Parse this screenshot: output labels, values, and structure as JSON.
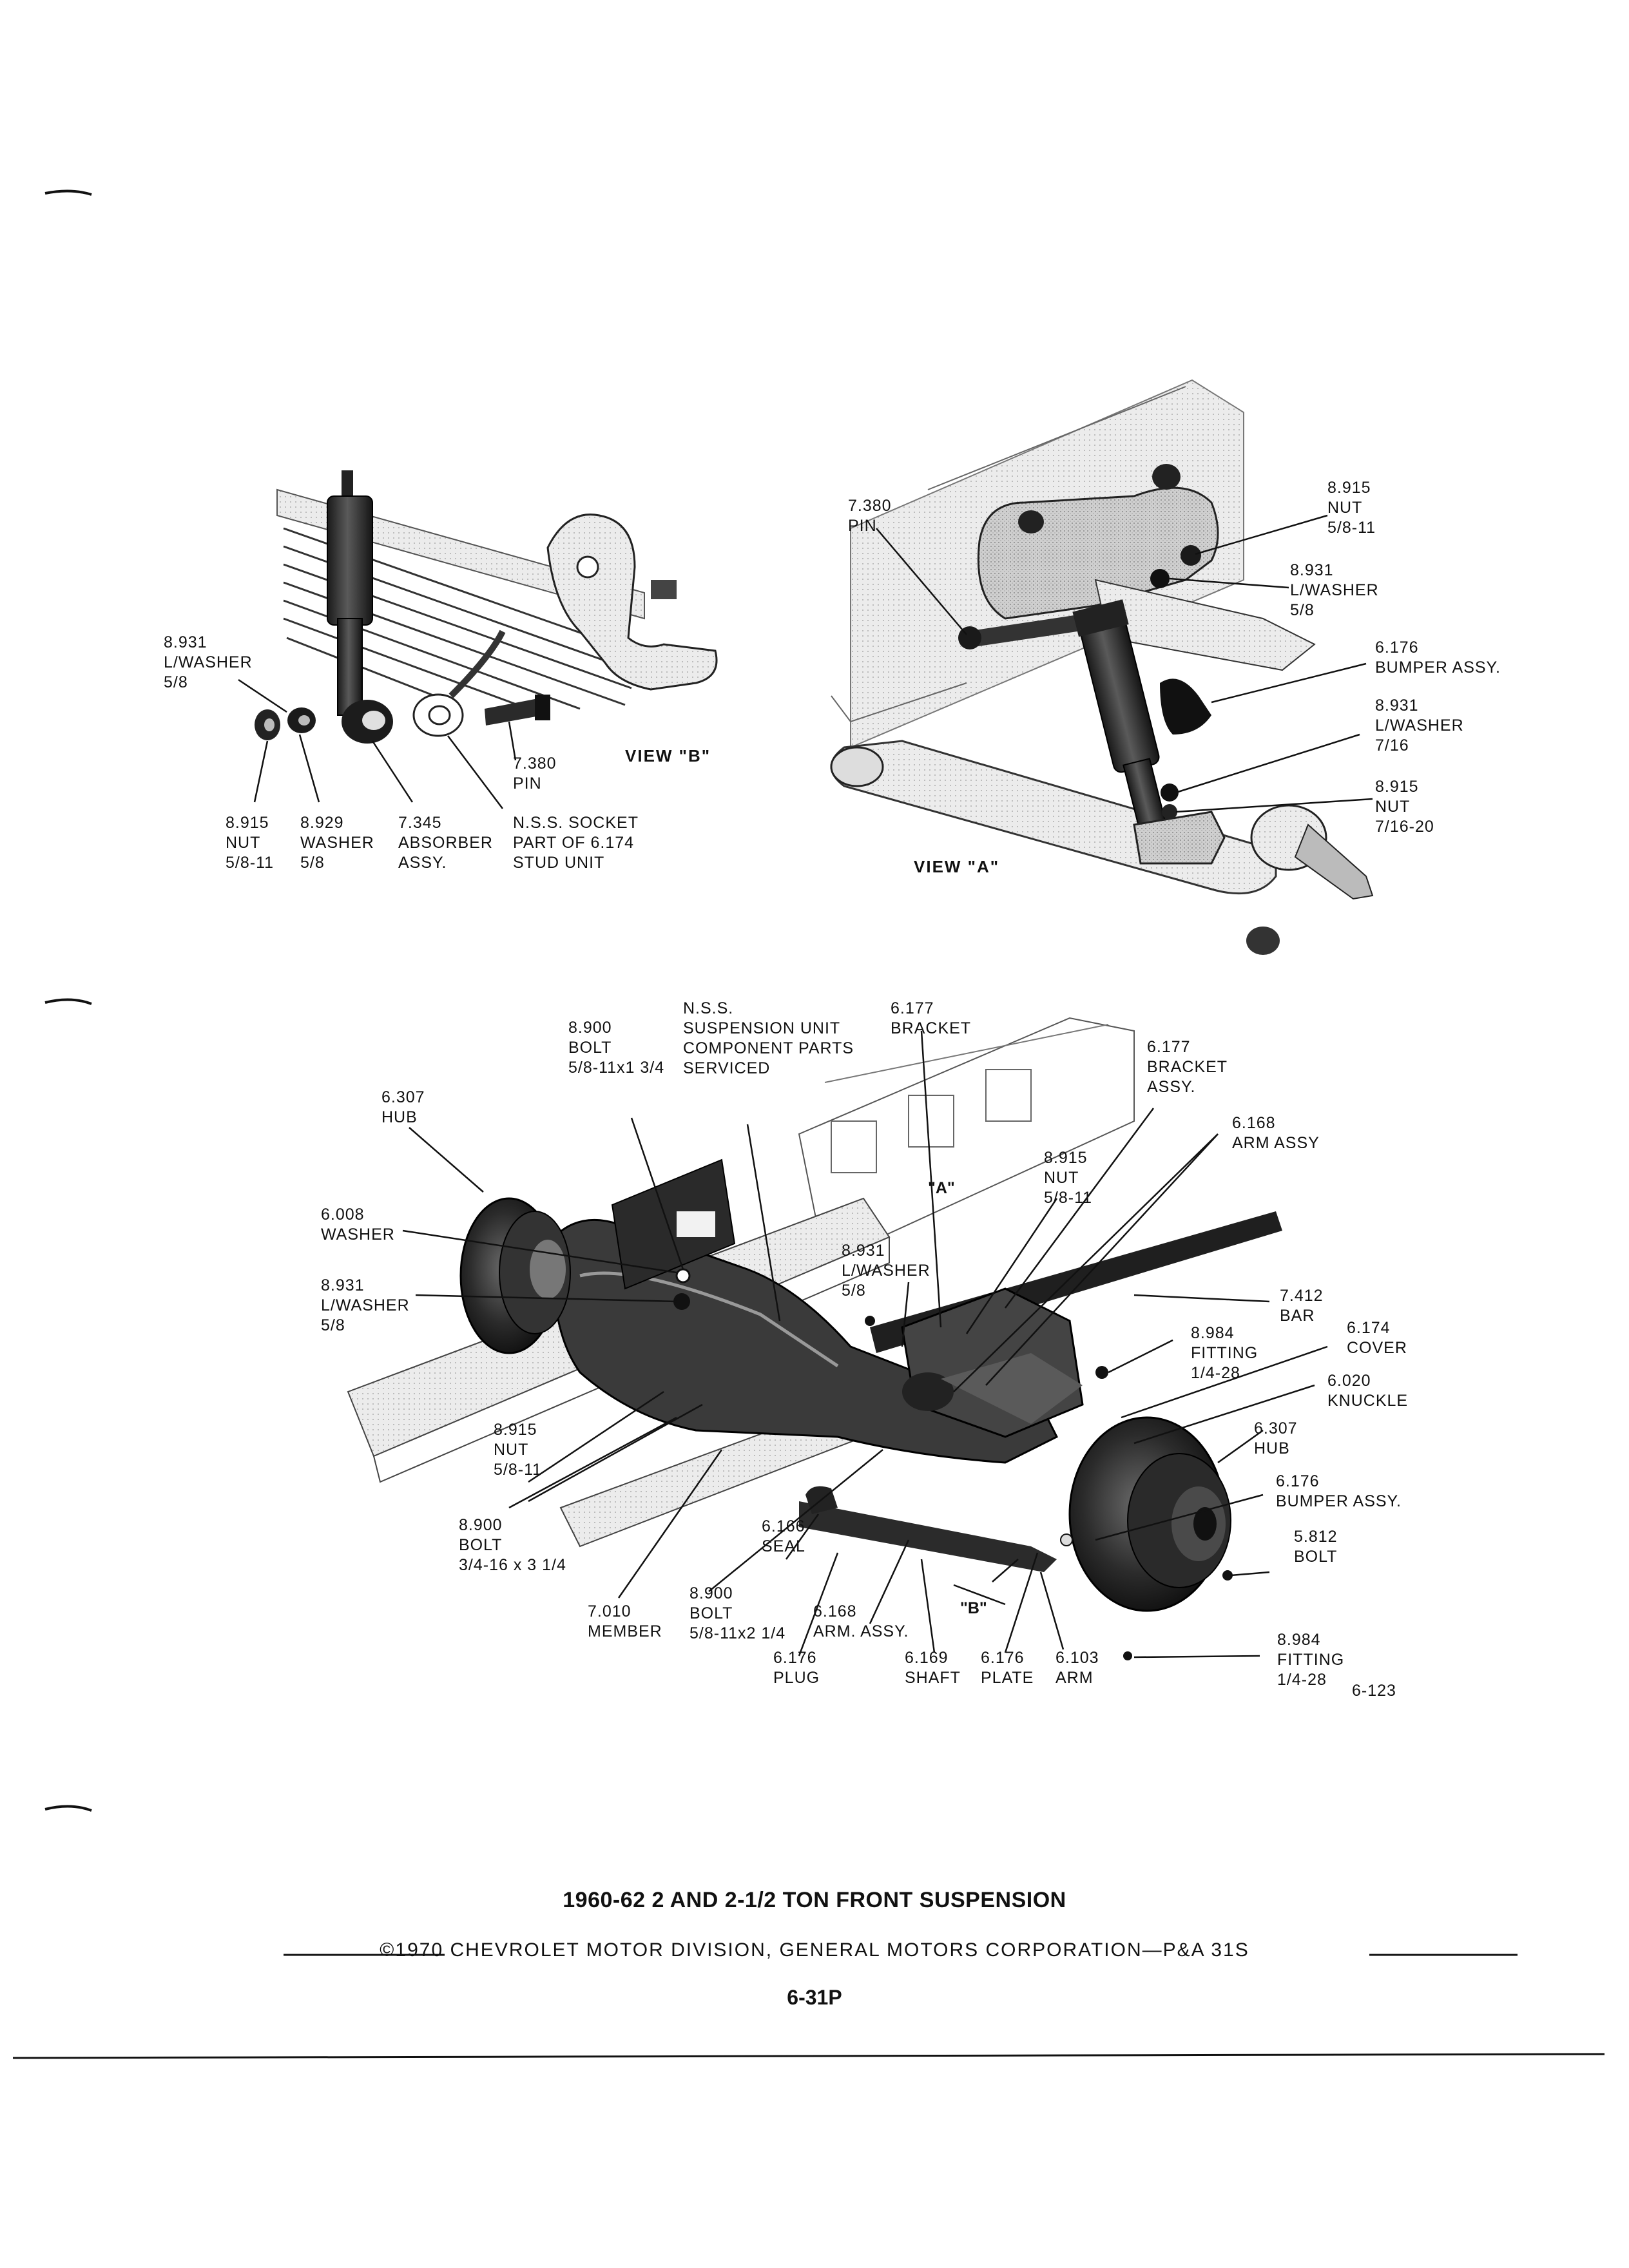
{
  "title": "1960-62 2 AND 2-1/2 TON FRONT SUSPENSION",
  "copyright": "©1970 CHEVROLET MOTOR DIVISION, GENERAL MOTORS CORPORATION—P&A 31S",
  "page_number": "6-31P",
  "figure_number": "6-123",
  "views": {
    "b": "VIEW \"B\"",
    "a": "VIEW \"A\""
  },
  "markers": {
    "a": "\"A\"",
    "b": "\"B\""
  },
  "view_b_labels": [
    [
      "8.931",
      "L/WASHER",
      "5/8"
    ],
    [
      "8.915",
      "NUT",
      "5/8-11"
    ],
    [
      "8.929",
      "WASHER",
      "5/8"
    ],
    [
      "7.345",
      "ABSORBER",
      "ASSY."
    ],
    [
      "N.S.S. SOCKET",
      "PART OF 6.174",
      "STUD UNIT"
    ],
    [
      "7.380",
      "PIN"
    ]
  ],
  "view_a_labels": [
    [
      "7.380",
      "PIN"
    ],
    [
      "8.915",
      "NUT",
      "5/8-11"
    ],
    [
      "8.931",
      "L/WASHER",
      "5/8"
    ],
    [
      "6.176",
      "BUMPER ASSY."
    ],
    [
      "8.931",
      "L/WASHER",
      "7/16"
    ],
    [
      "8.915",
      "NUT",
      "7/16-20"
    ]
  ],
  "main_labels": [
    [
      "8.900",
      "BOLT",
      "5/8-11x1 3/4"
    ],
    [
      "N.S.S.",
      "SUSPENSION UNIT",
      "COMPONENT PARTS",
      "SERVICED"
    ],
    [
      "6.177",
      "BRACKET"
    ],
    [
      "6.177",
      "BRACKET",
      "ASSY."
    ],
    [
      "6.307",
      "HUB"
    ],
    [
      "6.168",
      "ARM ASSY"
    ],
    [
      "8.915",
      "NUT",
      "5/8-11"
    ],
    [
      "6.008",
      "WASHER"
    ],
    [
      "8.931",
      "L/WASHER",
      "5/8"
    ],
    [
      "8.931",
      "L/WASHER",
      "5/8"
    ],
    [
      "7.412",
      "BAR"
    ],
    [
      "8.984",
      "FITTING",
      "1/4-28"
    ],
    [
      "6.174",
      "COVER"
    ],
    [
      "6.020",
      "KNUCKLE"
    ],
    [
      "8.915",
      "NUT",
      "5/8-11"
    ],
    [
      "6.307",
      "HUB"
    ],
    [
      "6.176",
      "BUMPER ASSY."
    ],
    [
      "8.900",
      "BOLT",
      "3/4-16 x 3 1/4"
    ],
    [
      "6.166",
      "SEAL"
    ],
    [
      "5.812",
      "BOLT"
    ],
    [
      "8.900",
      "BOLT",
      "5/8-11x2 1/4"
    ],
    [
      "7.010",
      "MEMBER"
    ],
    [
      "6.168",
      "ARM. ASSY."
    ],
    [
      "6.176",
      "PLUG"
    ],
    [
      "6.169",
      "SHAFT"
    ],
    [
      "6.176",
      "PLATE"
    ],
    [
      "6.103",
      "ARM"
    ],
    [
      "8.984",
      "FITTING",
      "1/4-28"
    ]
  ]
}
